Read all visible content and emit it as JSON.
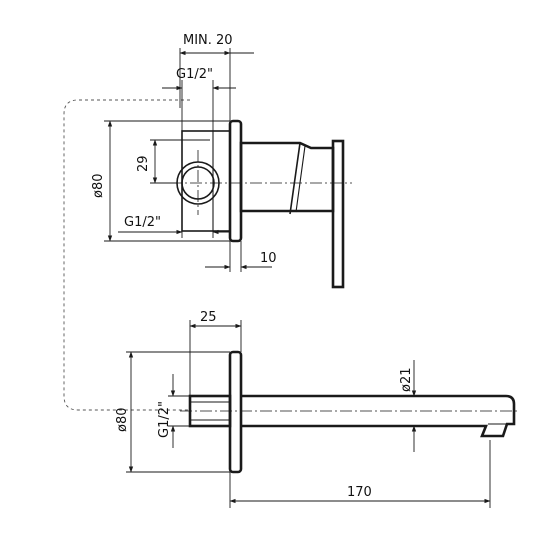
{
  "labels": {
    "min20": "MIN. 20",
    "g12_top": "G1/2\"",
    "dim29": "29",
    "dia80_top": "ø80",
    "g12_left": "G1/2\"",
    "dim10": "10",
    "dim25": "25",
    "dia21": "ø21",
    "dia80_bottom": "ø80",
    "g12_bottom": "G1/2\"",
    "dim170": "170"
  }
}
